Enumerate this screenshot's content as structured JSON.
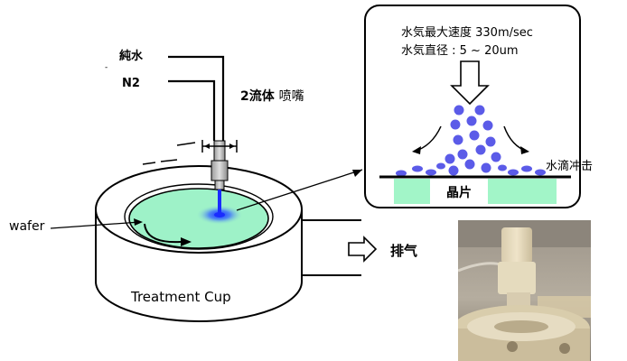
{
  "labels": {
    "pure_water": "純水",
    "n2": "N2",
    "dash": "-",
    "nozzle": "2流体 ",
    "nozzle_suffix": "喷嘴",
    "wafer": "wafer",
    "cup": "Treatment Cup",
    "exhaust": "排气",
    "mist_speed": "水気最大速度 330m/sec",
    "mist_diameter": "水気直径 : 5 ~ 20um",
    "droplet_impact": "水滴冲击",
    "chip": "晶片"
  },
  "colors": {
    "wafer_green": "#9ef2c8",
    "chip_green": "#a2f5c8",
    "droplet_blue": "#5b5be8",
    "jet_blue": "#1a2cff",
    "nozzle_gray": "#bdbdbd",
    "line": "#000000"
  },
  "icons": {
    "exhaust_arrow": "hollow-right-arrow-icon",
    "speed_arrow": "hollow-down-arrow-icon",
    "rotation": "curved-arrow-icon"
  }
}
